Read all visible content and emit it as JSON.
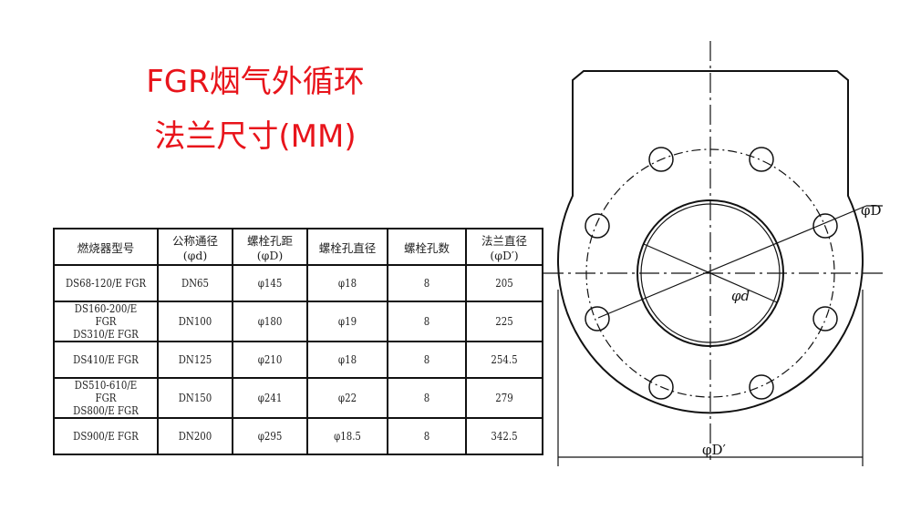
{
  "title": {
    "line1": "FGR烟气外循环",
    "line2": "法兰尺寸(MM)"
  },
  "table": {
    "headers": [
      "燃烧器型号",
      "公称通径(φd)",
      "螺栓孔距(φD)",
      "螺栓孔直径",
      "螺栓孔数",
      "法兰直径(φD′)"
    ],
    "rows": [
      {
        "model": "DS68-120/E FGR",
        "model2": "",
        "dn": "DN65",
        "D": "φ145",
        "hole": "φ18",
        "count": "8",
        "flange": "205"
      },
      {
        "model": "DS160-200/E FGR",
        "model2": "DS310/E FGR",
        "dn": "DN100",
        "D": "φ180",
        "hole": "φ19",
        "count": "8",
        "flange": "225"
      },
      {
        "model": "DS410/E FGR",
        "model2": "",
        "dn": "DN125",
        "D": "φ210",
        "hole": "φ18",
        "count": "8",
        "flange": "254.5"
      },
      {
        "model": "DS510-610/E FGR",
        "model2": "DS800/E FGR",
        "dn": "DN150",
        "D": "φ241",
        "hole": "φ22",
        "count": "8",
        "flange": "279"
      },
      {
        "model": "DS900/E FGR",
        "model2": "",
        "dn": "DN200",
        "D": "φ295",
        "hole": "φ18.5",
        "count": "8",
        "flange": "342.5"
      }
    ]
  },
  "drawing": {
    "label_D": "φD",
    "label_d": "φd",
    "label_Dp": "φD′"
  }
}
